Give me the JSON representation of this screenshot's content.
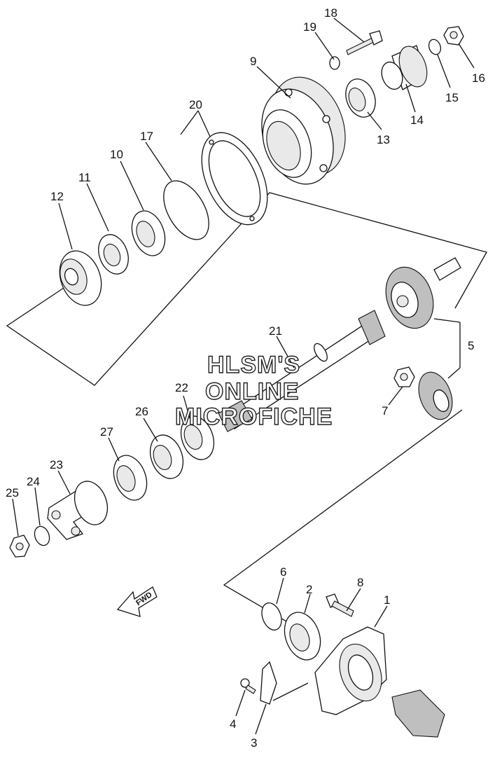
{
  "labels": {
    "p1": "1",
    "p2": "2",
    "p3": "3",
    "p4": "4",
    "p5": "5",
    "p6": "6",
    "p7": "7",
    "p8": "8",
    "p9": "9",
    "p10": "10",
    "p11": "11",
    "p12": "12",
    "p13": "13",
    "p14": "14",
    "p15": "15",
    "p16": "16",
    "p17": "17",
    "p18": "18",
    "p19": "19",
    "p20": "20",
    "p21": "21",
    "p22": "22",
    "p23": "23",
    "p24": "24",
    "p25": "25",
    "p26": "26",
    "p27": "27"
  },
  "watermark": {
    "line1": "HLSM'S",
    "line2": "ONLINE",
    "line3": "MICROFICHE"
  },
  "fwd_label": "FWD"
}
